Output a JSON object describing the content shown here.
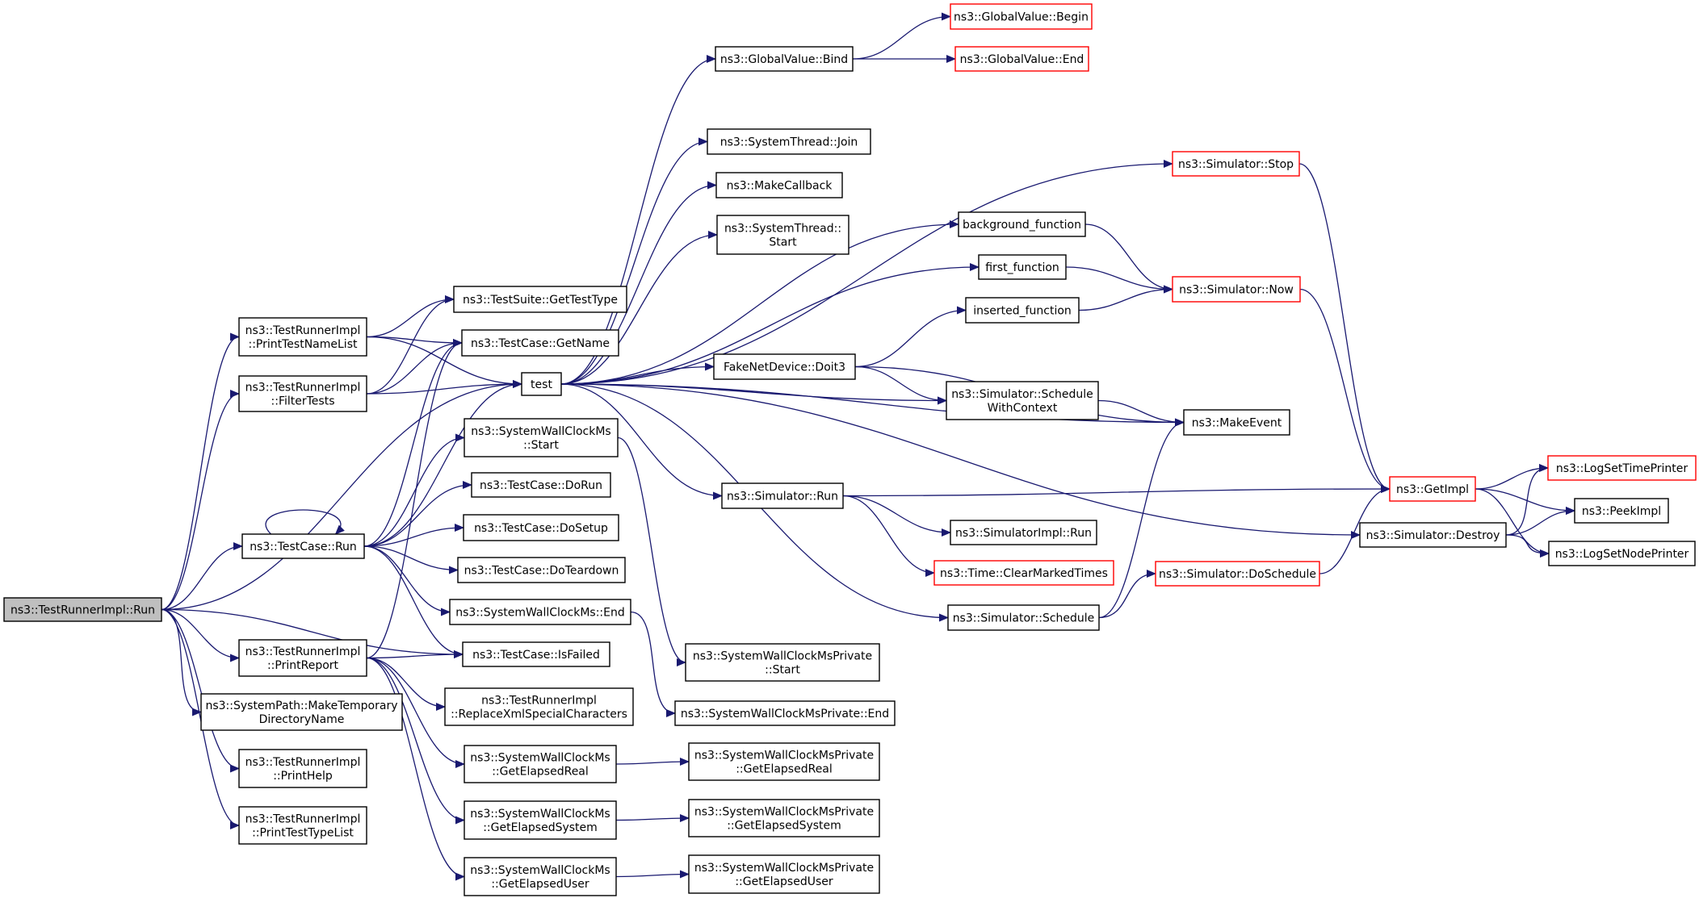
{
  "nodes": [
    {
      "id": "run_main",
      "lines": [
        "ns3::TestRunnerImpl::Run"
      ],
      "style": "root"
    },
    {
      "id": "print_test_name_list",
      "lines": [
        "ns3::TestRunnerImpl",
        "::PrintTestNameList"
      ],
      "style": "black"
    },
    {
      "id": "filter_tests",
      "lines": [
        "ns3::TestRunnerImpl",
        "::FilterTests"
      ],
      "style": "black"
    },
    {
      "id": "testcase_run",
      "lines": [
        "ns3::TestCase::Run"
      ],
      "style": "black"
    },
    {
      "id": "print_report",
      "lines": [
        "ns3::TestRunnerImpl",
        "::PrintReport"
      ],
      "style": "black"
    },
    {
      "id": "make_temp_dir",
      "lines": [
        "ns3::SystemPath::MakeTemporary",
        "DirectoryName"
      ],
      "style": "black"
    },
    {
      "id": "print_help",
      "lines": [
        "ns3::TestRunnerImpl",
        "::PrintHelp"
      ],
      "style": "black"
    },
    {
      "id": "print_test_type_list",
      "lines": [
        "ns3::TestRunnerImpl",
        "::PrintTestTypeList"
      ],
      "style": "black"
    },
    {
      "id": "get_test_type",
      "lines": [
        "ns3::TestSuite::GetTestType"
      ],
      "style": "black"
    },
    {
      "id": "get_name",
      "lines": [
        "ns3::TestCase::GetName"
      ],
      "style": "black"
    },
    {
      "id": "test",
      "lines": [
        "test"
      ],
      "style": "black"
    },
    {
      "id": "swc_start",
      "lines": [
        "ns3::SystemWallClockMs",
        "::Start"
      ],
      "style": "black"
    },
    {
      "id": "do_run",
      "lines": [
        "ns3::TestCase::DoRun"
      ],
      "style": "black"
    },
    {
      "id": "do_setup",
      "lines": [
        "ns3::TestCase::DoSetup"
      ],
      "style": "black"
    },
    {
      "id": "do_teardown",
      "lines": [
        "ns3::TestCase::DoTeardown"
      ],
      "style": "black"
    },
    {
      "id": "swc_end",
      "lines": [
        "ns3::SystemWallClockMs::End"
      ],
      "style": "black"
    },
    {
      "id": "is_failed",
      "lines": [
        "ns3::TestCase::IsFailed"
      ],
      "style": "black"
    },
    {
      "id": "replace_xml",
      "lines": [
        "ns3::TestRunnerImpl",
        "::ReplaceXmlSpecialCharacters"
      ],
      "style": "black"
    },
    {
      "id": "swc_elapsed_real",
      "lines": [
        "ns3::SystemWallClockMs",
        "::GetElapsedReal"
      ],
      "style": "black"
    },
    {
      "id": "swc_elapsed_system",
      "lines": [
        "ns3::SystemWallClockMs",
        "::GetElapsedSystem"
      ],
      "style": "black"
    },
    {
      "id": "swc_elapsed_user",
      "lines": [
        "ns3::SystemWallClockMs",
        "::GetElapsedUser"
      ],
      "style": "black"
    },
    {
      "id": "gv_bind",
      "lines": [
        "ns3::GlobalValue::Bind"
      ],
      "style": "black"
    },
    {
      "id": "st_join",
      "lines": [
        "ns3::SystemThread::Join"
      ],
      "style": "black"
    },
    {
      "id": "make_callback",
      "lines": [
        "ns3::MakeCallback"
      ],
      "style": "black"
    },
    {
      "id": "st_start",
      "lines": [
        "ns3::SystemThread::",
        "Start"
      ],
      "style": "black"
    },
    {
      "id": "fake_doit3",
      "lines": [
        "FakeNetDevice::Doit3"
      ],
      "style": "black"
    },
    {
      "id": "sim_run",
      "lines": [
        "ns3::Simulator::Run"
      ],
      "style": "black"
    },
    {
      "id": "swcp_start",
      "lines": [
        "ns3::SystemWallClockMsPrivate",
        "::Start"
      ],
      "style": "black"
    },
    {
      "id": "swcp_end",
      "lines": [
        "ns3::SystemWallClockMsPrivate::End"
      ],
      "style": "black"
    },
    {
      "id": "swcp_elapsed_real",
      "lines": [
        "ns3::SystemWallClockMsPrivate",
        "::GetElapsedReal"
      ],
      "style": "black"
    },
    {
      "id": "swcp_elapsed_system",
      "lines": [
        "ns3::SystemWallClockMsPrivate",
        "::GetElapsedSystem"
      ],
      "style": "black"
    },
    {
      "id": "swcp_elapsed_user",
      "lines": [
        "ns3::SystemWallClockMsPrivate",
        "::GetElapsedUser"
      ],
      "style": "black"
    },
    {
      "id": "gv_begin",
      "lines": [
        "ns3::GlobalValue::Begin"
      ],
      "style": "red"
    },
    {
      "id": "gv_end",
      "lines": [
        "ns3::GlobalValue::End"
      ],
      "style": "red"
    },
    {
      "id": "background_function",
      "lines": [
        "background_function"
      ],
      "style": "black"
    },
    {
      "id": "first_function",
      "lines": [
        "first_function"
      ],
      "style": "black"
    },
    {
      "id": "inserted_function",
      "lines": [
        "inserted_function"
      ],
      "style": "black"
    },
    {
      "id": "sim_schedule_with_context",
      "lines": [
        "ns3::Simulator::Schedule",
        "WithContext"
      ],
      "style": "black"
    },
    {
      "id": "simimpl_run",
      "lines": [
        "ns3::SimulatorImpl::Run"
      ],
      "style": "black"
    },
    {
      "id": "clear_marked_times",
      "lines": [
        "ns3::Time::ClearMarkedTimes"
      ],
      "style": "red"
    },
    {
      "id": "sim_schedule",
      "lines": [
        "ns3::Simulator::Schedule"
      ],
      "style": "black"
    },
    {
      "id": "sim_stop",
      "lines": [
        "ns3::Simulator::Stop"
      ],
      "style": "red"
    },
    {
      "id": "sim_now",
      "lines": [
        "ns3::Simulator::Now"
      ],
      "style": "red"
    },
    {
      "id": "make_event",
      "lines": [
        "ns3::MakeEvent"
      ],
      "style": "black"
    },
    {
      "id": "sim_do_schedule",
      "lines": [
        "ns3::Simulator::DoSchedule"
      ],
      "style": "red"
    },
    {
      "id": "get_impl",
      "lines": [
        "ns3::GetImpl"
      ],
      "style": "red"
    },
    {
      "id": "sim_destroy",
      "lines": [
        "ns3::Simulator::Destroy"
      ],
      "style": "black"
    },
    {
      "id": "log_set_time_printer",
      "lines": [
        "ns3::LogSetTimePrinter"
      ],
      "style": "red"
    },
    {
      "id": "peek_impl",
      "lines": [
        "ns3::PeekImpl"
      ],
      "style": "black"
    },
    {
      "id": "log_set_node_printer",
      "lines": [
        "ns3::LogSetNodePrinter"
      ],
      "style": "black"
    }
  ],
  "edges": [
    [
      "run_main",
      "print_test_name_list"
    ],
    [
      "run_main",
      "filter_tests"
    ],
    [
      "run_main",
      "test"
    ],
    [
      "run_main",
      "testcase_run"
    ],
    [
      "run_main",
      "is_failed"
    ],
    [
      "run_main",
      "print_report"
    ],
    [
      "run_main",
      "make_temp_dir"
    ],
    [
      "run_main",
      "print_help"
    ],
    [
      "run_main",
      "print_test_type_list"
    ],
    [
      "print_test_name_list",
      "get_test_type"
    ],
    [
      "print_test_name_list",
      "get_name"
    ],
    [
      "print_test_name_list",
      "test"
    ],
    [
      "filter_tests",
      "get_test_type"
    ],
    [
      "filter_tests",
      "get_name"
    ],
    [
      "filter_tests",
      "test"
    ],
    [
      "testcase_run",
      "testcase_run"
    ],
    [
      "testcase_run",
      "get_name"
    ],
    [
      "testcase_run",
      "test"
    ],
    [
      "testcase_run",
      "swc_start"
    ],
    [
      "testcase_run",
      "do_run"
    ],
    [
      "testcase_run",
      "do_setup"
    ],
    [
      "testcase_run",
      "do_teardown"
    ],
    [
      "testcase_run",
      "swc_end"
    ],
    [
      "testcase_run",
      "is_failed"
    ],
    [
      "print_report",
      "get_name"
    ],
    [
      "print_report",
      "is_failed"
    ],
    [
      "print_report",
      "replace_xml"
    ],
    [
      "print_report",
      "swc_elapsed_real"
    ],
    [
      "print_report",
      "swc_elapsed_system"
    ],
    [
      "print_report",
      "swc_elapsed_user"
    ],
    [
      "test",
      "gv_bind"
    ],
    [
      "test",
      "sim_stop"
    ],
    [
      "test",
      "st_join"
    ],
    [
      "test",
      "make_callback"
    ],
    [
      "test",
      "st_start"
    ],
    [
      "test",
      "background_function"
    ],
    [
      "test",
      "first_function"
    ],
    [
      "test",
      "fake_doit3"
    ],
    [
      "test",
      "sim_schedule_with_context"
    ],
    [
      "test",
      "make_event"
    ],
    [
      "test",
      "sim_run"
    ],
    [
      "test",
      "sim_schedule"
    ],
    [
      "test",
      "sim_destroy"
    ],
    [
      "swc_start",
      "swcp_start"
    ],
    [
      "swc_end",
      "swcp_end"
    ],
    [
      "swc_elapsed_real",
      "swcp_elapsed_real"
    ],
    [
      "swc_elapsed_system",
      "swcp_elapsed_system"
    ],
    [
      "swc_elapsed_user",
      "swcp_elapsed_user"
    ],
    [
      "gv_bind",
      "gv_begin"
    ],
    [
      "gv_bind",
      "gv_end"
    ],
    [
      "fake_doit3",
      "inserted_function"
    ],
    [
      "fake_doit3",
      "sim_schedule_with_context"
    ],
    [
      "fake_doit3",
      "make_event"
    ],
    [
      "sim_run",
      "get_impl"
    ],
    [
      "sim_run",
      "simimpl_run"
    ],
    [
      "sim_run",
      "clear_marked_times"
    ],
    [
      "background_function",
      "sim_now"
    ],
    [
      "first_function",
      "sim_now"
    ],
    [
      "inserted_function",
      "sim_now"
    ],
    [
      "sim_schedule_with_context",
      "make_event"
    ],
    [
      "sim_schedule",
      "make_event"
    ],
    [
      "sim_schedule",
      "sim_do_schedule"
    ],
    [
      "sim_do_schedule",
      "get_impl"
    ],
    [
      "sim_stop",
      "get_impl"
    ],
    [
      "sim_now",
      "get_impl"
    ],
    [
      "get_impl",
      "log_set_time_printer"
    ],
    [
      "get_impl",
      "peek_impl"
    ],
    [
      "get_impl",
      "log_set_node_printer"
    ],
    [
      "sim_destroy",
      "log_set_time_printer"
    ],
    [
      "sim_destroy",
      "peek_impl"
    ],
    [
      "sim_destroy",
      "log_set_node_printer"
    ]
  ],
  "colors": {
    "edge": "#191970",
    "node_border": "#000000",
    "external_node_border": "#ff0000",
    "root_fill": "#bfbfbf",
    "node_fill": "#ffffff"
  }
}
